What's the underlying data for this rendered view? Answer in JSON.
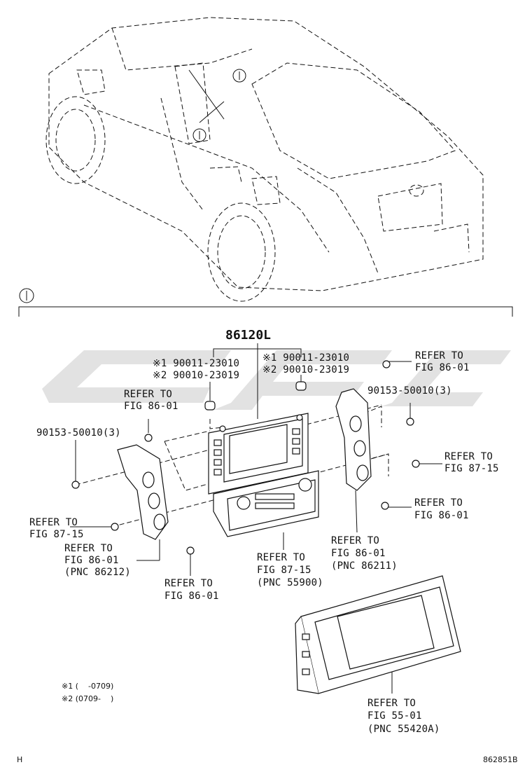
{
  "view_marker": "I",
  "main_part_number": "86120L",
  "labels": {
    "center_left_1": "※1 90011-23010",
    "center_left_2": "※2 90010-23019",
    "center_right_1": "※1 90011-23010",
    "center_right_2": "※2 90010-23019",
    "left_refer_top": "REFER TO",
    "left_refer_top_fig": "FIG 86-01",
    "left_bolt": "90153-50010(3)",
    "left_refer_mid": "REFER TO",
    "left_refer_mid_fig": "FIG 87-15",
    "left_refer_bracket": "REFER TO",
    "left_refer_bracket_fig": "FIG 86-01",
    "left_refer_bracket_pnc": "(PNC 86212)",
    "left_refer_bottom": "REFER TO",
    "left_refer_bottom_fig": "FIG 86-01",
    "center_refer": "REFER TO",
    "center_refer_fig": "FIG 87-15",
    "center_refer_pnc": "(PNC 55900)",
    "right_refer_top": "REFER TO",
    "right_refer_top_fig": "FIG 86-01",
    "right_bolt": "90153-50010(3)",
    "right_refer_mid": "REFER TO",
    "right_refer_mid_fig": "FIG 87-15",
    "right_refer_low": "REFER TO",
    "right_refer_low_fig": "FIG 86-01",
    "right_refer_bracket": "REFER TO",
    "right_refer_bracket_fig": "FIG 86-01",
    "right_refer_bracket_pnc": "(PNC 86211)",
    "panel_refer": "REFER TO",
    "panel_refer_fig": "FIG 55-01",
    "panel_refer_pnc": "(PNC 55420A)"
  },
  "notes": {
    "note_1": "※1 (    -0709)",
    "note_2": "※2 (0709-    )"
  },
  "footer": {
    "left": "H",
    "right": "862851B"
  }
}
